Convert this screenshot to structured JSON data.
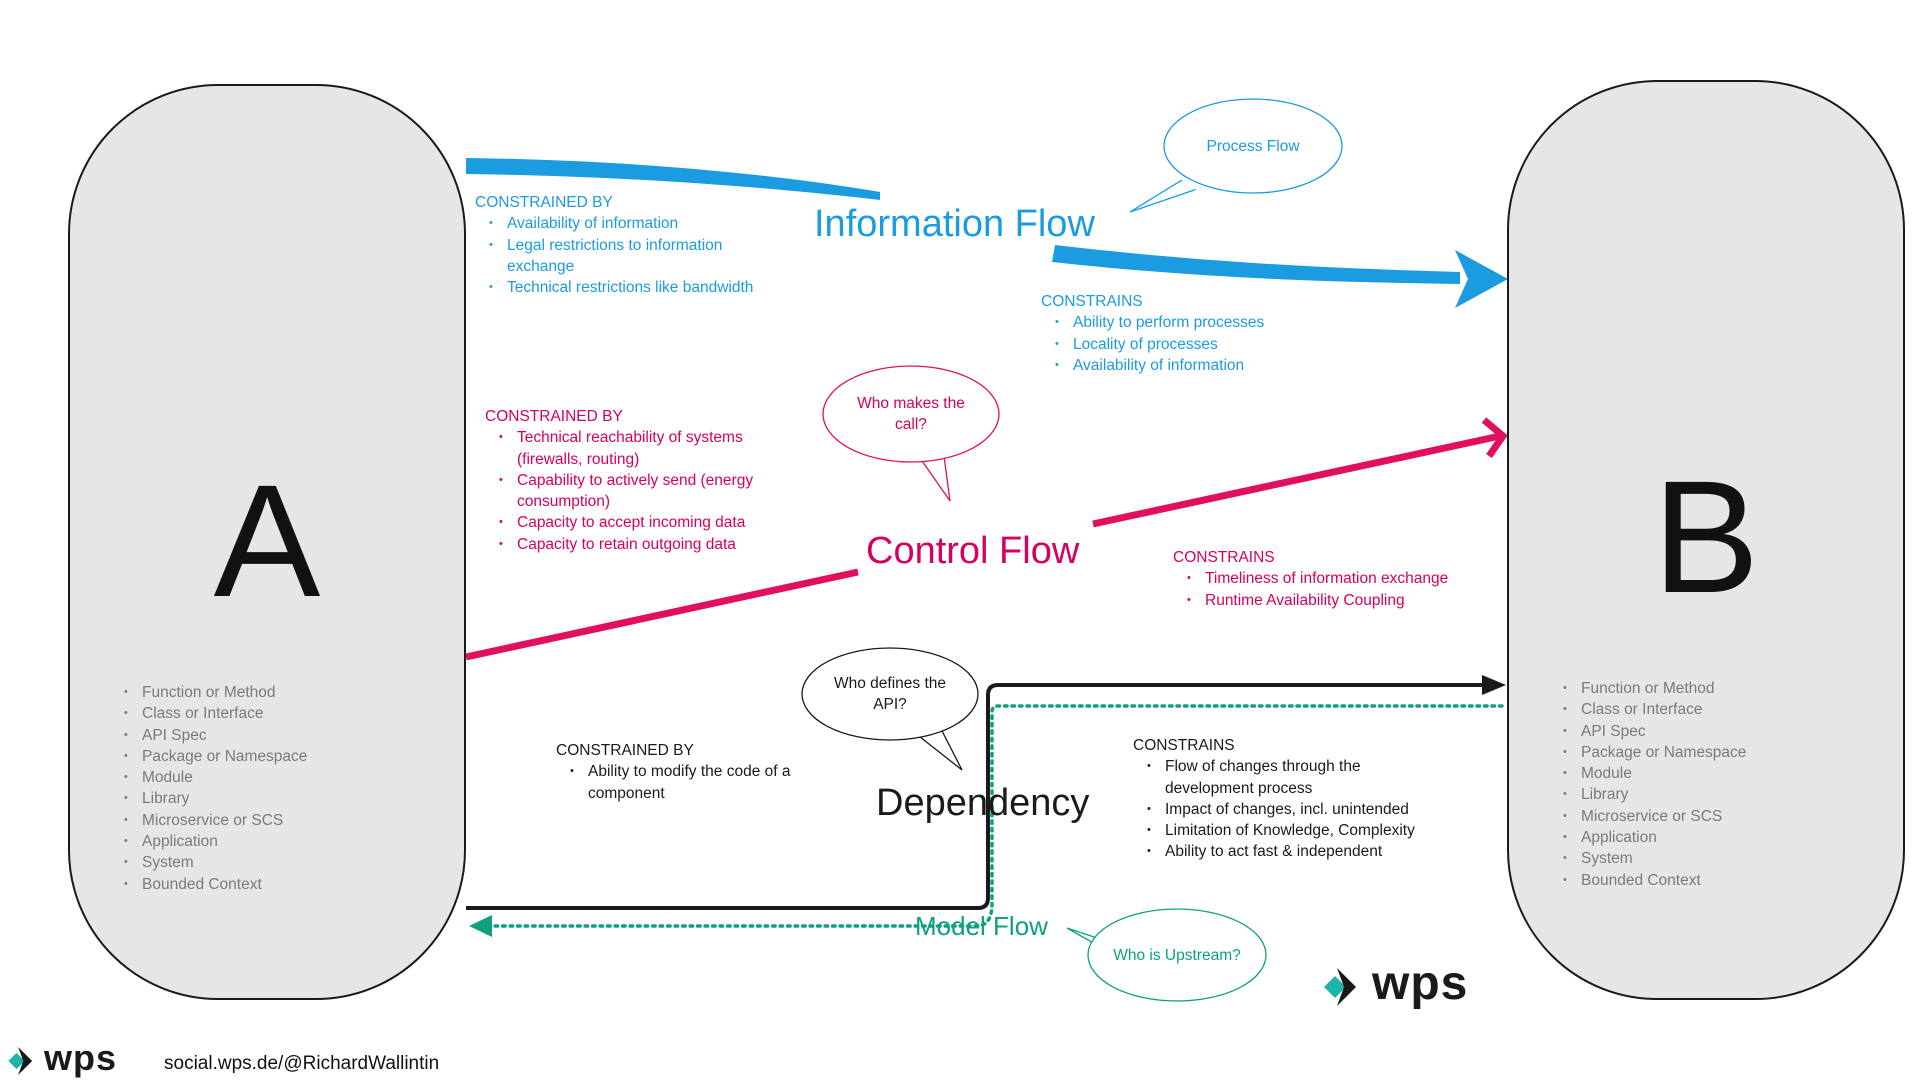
{
  "box_a": {
    "letter": "A",
    "items": [
      "Function or Method",
      "Class or Interface",
      "API Spec",
      "Package or Namespace",
      "Module",
      "Library",
      "Microservice or SCS",
      "Application",
      "System",
      "Bounded Context"
    ]
  },
  "box_b": {
    "letter": "B",
    "items": [
      "Function or Method",
      "Class or Interface",
      "API Spec",
      "Package or Namespace",
      "Module",
      "Library",
      "Microservice or SCS",
      "Application",
      "System",
      "Bounded Context"
    ]
  },
  "information_flow": {
    "title": "Information Flow",
    "bubble": "Process Flow",
    "constrained_by": {
      "heading": "CONSTRAINED BY",
      "items": [
        "Availability of information",
        "Legal restrictions to information exchange",
        "Technical restrictions like bandwidth"
      ]
    },
    "constrains": {
      "heading": "CONSTRAINS",
      "items": [
        "Ability to perform processes",
        "Locality of processes",
        "Availability of information"
      ]
    }
  },
  "control_flow": {
    "title": "Control Flow",
    "bubble": "Who makes the call?",
    "constrained_by": {
      "heading": "CONSTRAINED BY",
      "items": [
        "Technical reachability of systems (firewalls, routing)",
        "Capability to actively send (energy consumption)",
        "Capacity to accept incoming data",
        "Capacity to retain outgoing data"
      ]
    },
    "constrains": {
      "heading": "CONSTRAINS",
      "items": [
        "Timeliness of information exchange",
        "Runtime Availability Coupling"
      ]
    }
  },
  "dependency": {
    "title": "Dependency",
    "bubble": "Who defines the API?",
    "constrained_by": {
      "heading": "CONSTRAINED BY",
      "items": [
        "Ability to modify the code of a component"
      ]
    },
    "constrains": {
      "heading": "CONSTRAINS",
      "items": [
        "Flow of changes through the development process",
        "Impact of changes, incl. unintended",
        "Limitation of Knowledge, Complexity",
        "Ability to act fast & independent"
      ]
    }
  },
  "model_flow": {
    "title": "Model Flow",
    "bubble": "Who is Upstream?"
  },
  "logo_main": {
    "text": "wps"
  },
  "footer": {
    "logo_text": "wps",
    "handle": "social.wps.de/@RichardWallintin"
  },
  "colors": {
    "information": "#1b9be0",
    "control": "#d5005f",
    "dependency": "#1a1a1a",
    "model": "#10a07f",
    "box_fill": "#e6e6e6",
    "logo_teal": "#1fb5a6"
  }
}
